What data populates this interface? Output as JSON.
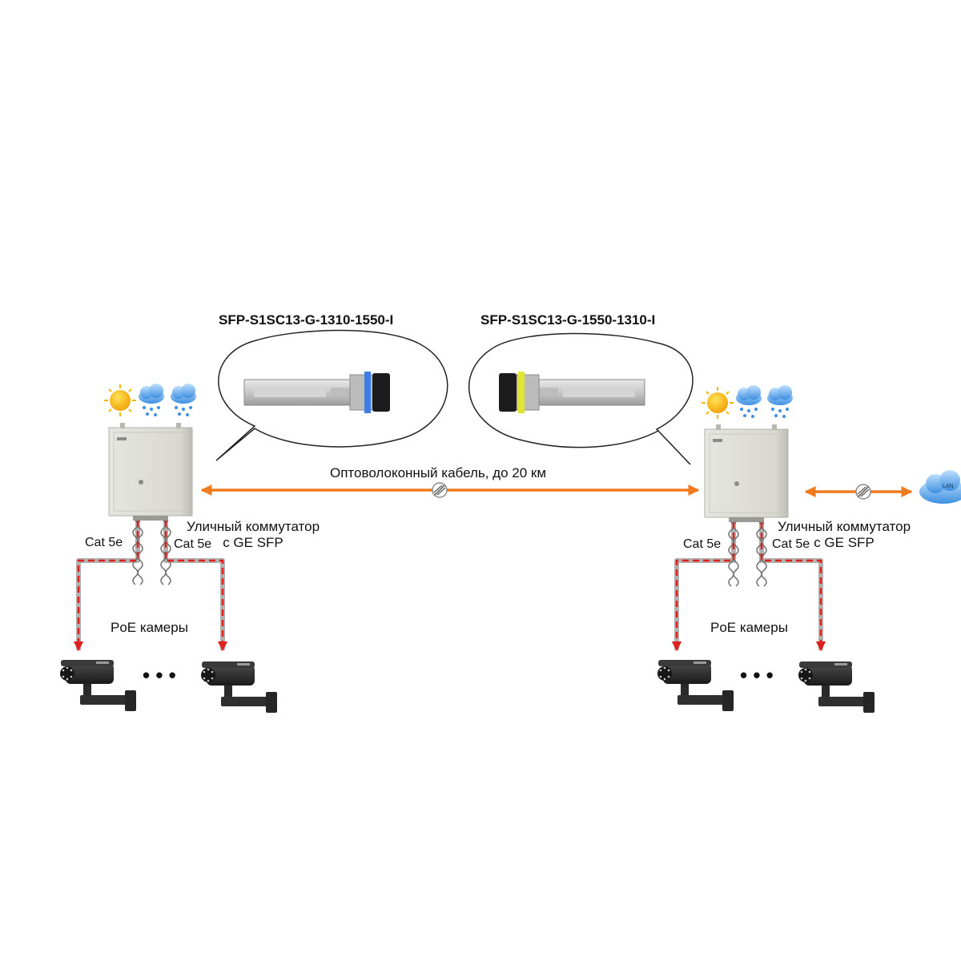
{
  "transceivers": {
    "left_model": "SFP-S1SC13-G-1310-1550-I",
    "right_model": "SFP-S1SC13-G-1550-1310-I",
    "left_port_color": "#3f7ee8",
    "right_port_color": "#e3e630"
  },
  "fiber": {
    "label": "Оптоволоконный кабель, до 20 км",
    "link_color": "#f07a1e"
  },
  "left_site": {
    "switch_line1": "Уличный коммутатор",
    "switch_line2": "с GE SFP",
    "cable_left": "Cat 5e",
    "cable_right": "Cat 5e",
    "cameras_label": "PoE камеры",
    "ellipsis": "• • •"
  },
  "right_site": {
    "switch_line1": "Уличный коммутатор",
    "switch_line2": "с GE SFP",
    "cable_left": "Cat 5e",
    "cable_right": "Cat 5e",
    "cameras_label": "PoE камеры",
    "ellipsis": "• • •"
  },
  "network": {
    "cloud_label": "LAN"
  },
  "icons": [
    "sun-icon",
    "rain-cloud-icon",
    "outdoor-enclosure-icon",
    "sfp-module-icon",
    "ip-camera-icon",
    "lan-cloud-icon",
    "coupler-icon"
  ],
  "colors": {
    "poe_line": "#e0201c",
    "cable": "#6f6f6f",
    "enclosure": "#dcdcd6"
  }
}
